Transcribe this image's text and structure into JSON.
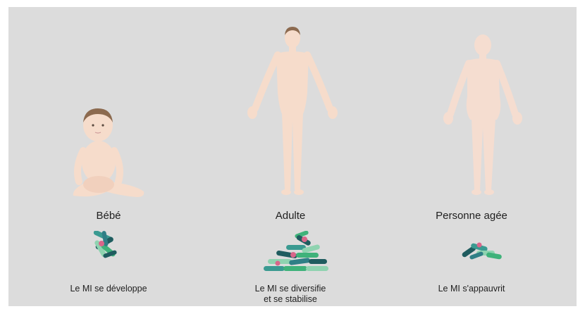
{
  "stages": [
    {
      "name": "Bébé",
      "caption_lines": [
        "Le MI se développe"
      ],
      "icon": "baby-figure"
    },
    {
      "name": "Adulte",
      "caption_lines": [
        "Le MI se diversifie",
        "et se stabilise"
      ],
      "icon": "adult-figure"
    },
    {
      "name": "Personne agée",
      "caption_lines": [
        "Le MI s'appauvrit"
      ],
      "icon": "elderly-figure"
    }
  ],
  "colors": {
    "background": "#dcdcdc",
    "skin": "#f6dccb",
    "skin_elder": "#f5ddd0",
    "hair": "#8c6a4f",
    "bacteria_dark": "#1f5c5f",
    "bacteria_teal": "#3a9a91",
    "bacteria_light": "#8fd3b0",
    "bacteria_green": "#3fb27a",
    "bacteria_pink": "#d9668a"
  }
}
